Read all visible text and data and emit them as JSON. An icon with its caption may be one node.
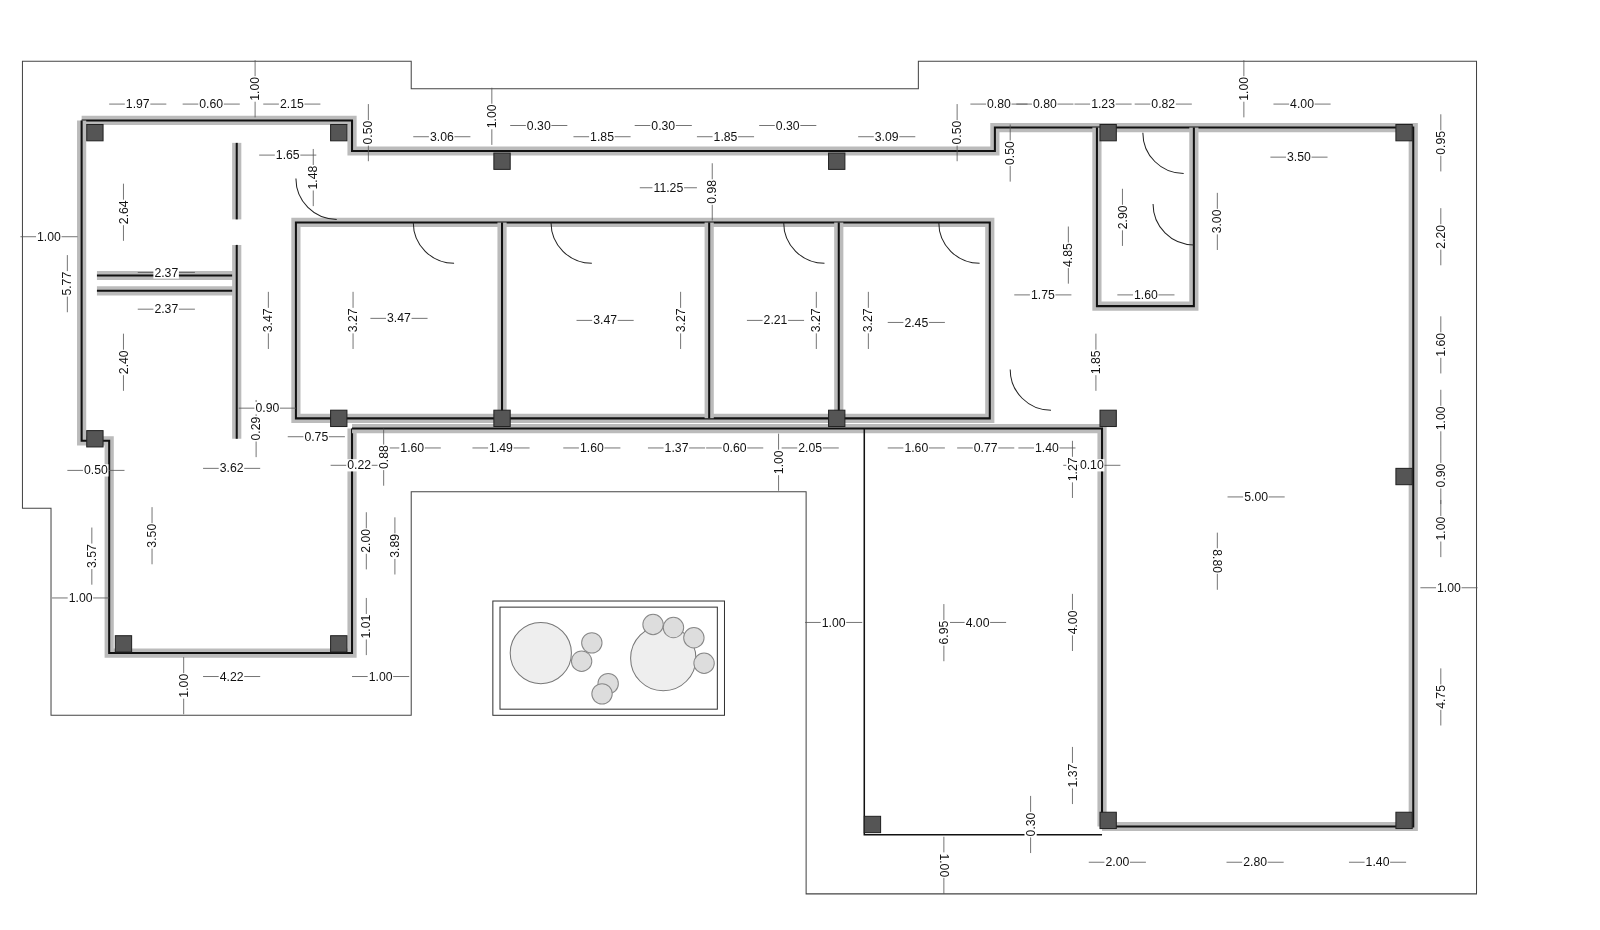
{
  "diagram": {
    "labels": [
      "1.00",
      "1.97",
      "0.60",
      "2.15",
      "1.00",
      "0.50",
      "3.06",
      "0.30",
      "1.85",
      "0.30",
      "1.85",
      "0.30",
      "3.09",
      "0.50",
      "0.80",
      "0.80",
      "1.23",
      "0.82",
      "1.00",
      "4.00",
      "0.50",
      "0.95",
      "1.65",
      "3.50",
      "1.48",
      "11.25",
      "0.98",
      "2.64",
      "2.90",
      "3.00",
      "1.00",
      "2.20",
      "4.85",
      "2.37",
      "5.77",
      "1.75",
      "1.60",
      "2.37",
      "3.47",
      "3.27",
      "3.47",
      "3.47",
      "3.27",
      "2.21",
      "3.27",
      "3.27",
      "2.45",
      "2.40",
      "1.85",
      "1.60",
      "0.90",
      "1.00",
      "0.29",
      "0.75",
      "0.88",
      "1.60",
      "1.49",
      "1.60",
      "1.37",
      "0.60",
      "1.00",
      "2.05",
      "1.60",
      "0.77",
      "1.40",
      "1.27",
      "0.10",
      "0.50",
      "3.62",
      "0.22",
      "0.90",
      "5.00",
      "3.57",
      "3.50",
      "2.00",
      "3.89",
      "8.80",
      "1.00",
      "1.00",
      "1.00",
      "1.01",
      "1.00",
      "6.95",
      "4.00",
      "4.00",
      "4.22",
      "1.00",
      "1.00",
      "4.75",
      "1.37",
      "0.30",
      "2.00",
      "2.80",
      "1.40",
      "1.00"
    ]
  }
}
